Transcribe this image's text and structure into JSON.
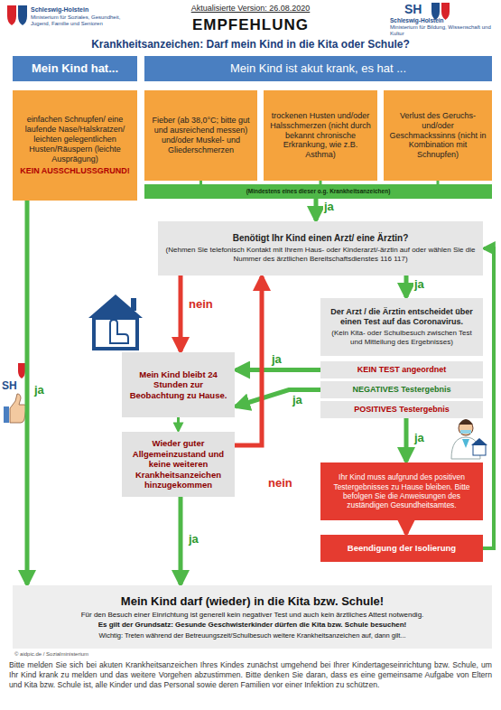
{
  "diagram": {
    "title": "EMPFEHLUNG",
    "caption": "Bitte melden Sie sich bei akuten Krankheitsanzeichen Ihres Kindes zunächst umgehend bei Ihrer Kindertageseinrichtung bzw. Schule, um Ihr Kind krank zu melden und das weitere Vorgehen abzustimmen. Bitte denken Sie daran, dass es eine gemeinsame Aufgabe von Eltern und Kita bzw. Schule ist, alle Kinder und das Personal sowie deren Familien vor einer Infektion zu schützen.",
    "nodes": [
      {
        "text": [
          "Mein Kind hat..."
        ]
      },
      {
        "text": [
          "Mein Kind ist akut krank, es hat ..."
        ]
      },
      {
        "text": [
          "einfachen Schnupfen/ eine laufende Nase/Halskratzen/ leichten gelegentlichen Husten/Räuspern (leichte Ausprägung)",
          "KEIN AUSSCHLUSSGRUND!"
        ]
      },
      {
        "text": [
          "Fieber (ab 38,0°C; bitte gut und ausreichend messen) und/oder Muskel- und Gliederschmerzen"
        ]
      },
      {
        "text": [
          "trockenen Husten und/oder Halsschmerzen (nicht durch bekannt chronische Erkrankung, wie z.B. Asthma)"
        ]
      },
      {
        "text": [
          "Verlust des Geruchs- und/oder Geschmackssinns (nicht in Kombination mit Schnupfen)"
        ]
      },
      {
        "text": [
          "(Mindestens eines dieser o.g. Krankheitsanzeichen)"
        ]
      },
      {
        "text": [
          "Benötigt Ihr Kind einen Arzt/ eine Ärztin?",
          "(Nehmen Sie telefonisch Kontakt mit Ihrem Haus- oder Kinderarzt/-ärztin auf oder wählen Sie die Nummer des ärztlichen Bereitschaftsdienstes 116 117)"
        ]
      },
      {
        "text": [
          "Der Arzt / die Ärztin entscheidet über einen Test auf das Coronavirus.",
          "(Kein Kita- oder Schulbesuch zwischen Test und Mitteilung des Ergebnisses)"
        ]
      },
      {
        "text": [
          "KEIN TEST angeordnet"
        ]
      },
      {
        "text": [
          "NEGATIVES Testergebnis"
        ]
      },
      {
        "text": [
          "POSITIVES Testergebnis"
        ]
      },
      {
        "text": [
          "Mein Kind bleibt 24 Stunden zur Beobachtung zu Hause."
        ]
      },
      {
        "text": [
          "Wieder guter Allgemeinzustand und keine weiteren Krankheitsanzeichen hinzugekommen"
        ]
      },
      {
        "text": [
          "Ihr Kind muss aufgrund des positiven Testergebnisses zu Hause bleiben. Bitte befolgen Sie die Anweisungen des zuständigen Gesundheitsamtes."
        ]
      },
      {
        "text": [
          "Beendigung der Isolierung"
        ]
      },
      {
        "text": [
          "Mein Kind darf (wieder) in die Kita bzw. Schule!",
          "Für den Besuch einer Einrichtung ist generell kein negativer Test und auch kein ärztliches Attest notwendig.",
          "Es gilt der Grundsatz: Gesunde Geschwisterkinder dürfen die Kita bzw. Schule besuchen!",
          "Wichtig: Treten während der Betreuungszeit/Schulbesuch weitere Krankheitsanzeichen auf, dann gilt..."
        ]
      }
    ],
    "edges": [
      {
        "from": 2,
        "to": 16,
        "arrow": "to",
        "label": "ja"
      },
      {
        "from": 3,
        "to": 6,
        "arrow": "none"
      },
      {
        "from": 4,
        "to": 6,
        "arrow": "none"
      },
      {
        "from": 5,
        "to": 6,
        "arrow": "none"
      },
      {
        "from": 6,
        "to": 7,
        "arrow": "to",
        "label": "ja"
      },
      {
        "from": 7,
        "to": 12,
        "arrow": "to",
        "label": "nein"
      },
      {
        "from": 7,
        "to": 8,
        "arrow": "to",
        "label": "ja"
      },
      {
        "from": 9,
        "to": 12,
        "arrow": "to",
        "label": "ja"
      },
      {
        "from": 10,
        "to": 12,
        "arrow": "to",
        "label": "ja"
      },
      {
        "from": 11,
        "to": 14,
        "arrow": "to",
        "label": "ja"
      },
      {
        "from": 14,
        "to": 15,
        "arrow": "to"
      },
      {
        "from": 12,
        "to": 13,
        "arrow": "to"
      },
      {
        "from": 13,
        "to": 16,
        "arrow": "to",
        "label": "ja"
      },
      {
        "from": 13,
        "to": 7,
        "arrow": "to",
        "label": "nein"
      },
      {
        "from": 15,
        "to": 7,
        "arrow": "to"
      }
    ],
    "labels": [
      "Schleswig-Holstein",
      "Ministerium für Soziales, Gesundheit, Jugend, Familie und Senioren",
      "Aktualisierte Version: 26.08.2020",
      "Krankheitsanzeichen: Darf mein Kind in die Kita oder Schule?",
      "SH",
      "Schleswig-Holstein",
      "Ministerium für Bildung, Wissenschaft und Kultur",
      "SH",
      "© aidpic.de / Sozialministerium"
    ]
  }
}
